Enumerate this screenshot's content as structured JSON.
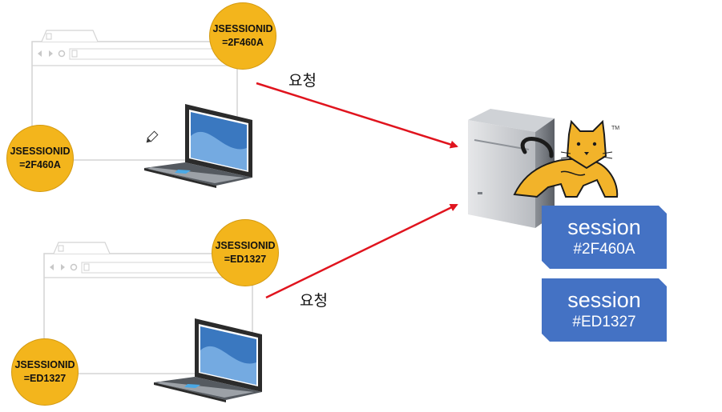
{
  "clients": [
    {
      "cookie_label": "JSESSIONID",
      "cookie_value": "=2F460A"
    },
    {
      "cookie_label": "JSESSIONID",
      "cookie_value": "=ED1327"
    }
  ],
  "request_label": "요청",
  "server": {
    "trademark": "TM"
  },
  "sessions": [
    {
      "word": "session",
      "id": "#2F460A"
    },
    {
      "word": "session",
      "id": "#ED1327"
    }
  ],
  "colors": {
    "arrow": "#e0141e",
    "cookie": "#f3b51c",
    "session": "#4472c4",
    "laptop_screen": "#3a78c0"
  }
}
